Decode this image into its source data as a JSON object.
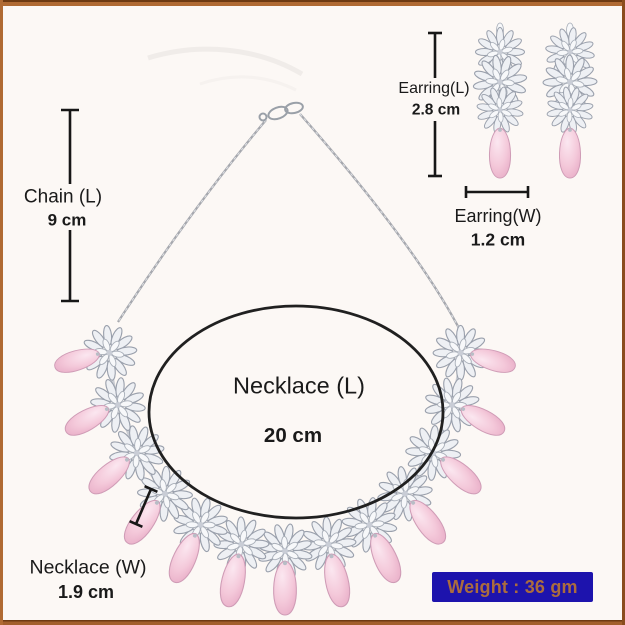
{
  "measurements": {
    "chain": {
      "label": "Chain (L)",
      "value": "9 cm"
    },
    "earring_length": {
      "label": "Earring(L)",
      "value": "2.8 cm"
    },
    "earring_width": {
      "label": "Earring(W)",
      "value": "1.2 cm"
    },
    "necklace_length": {
      "label": "Necklace (L)",
      "value": "20 cm"
    },
    "necklace_width": {
      "label": "Necklace (W)",
      "value": "1.9 cm"
    }
  },
  "weight_badge": {
    "text": "Weight : 36 gm",
    "bg_color": "#1d13ad",
    "text_color": "#ab6c3e"
  },
  "colors": {
    "frame_border": "#a5622e",
    "background": "#fcf8f5",
    "stone_pink": "#f4c9da",
    "metal_silver": "#eef0f4",
    "chain_gray": "#a6a8ae",
    "measure_line": "#171717",
    "oval_outline": "#202020"
  }
}
